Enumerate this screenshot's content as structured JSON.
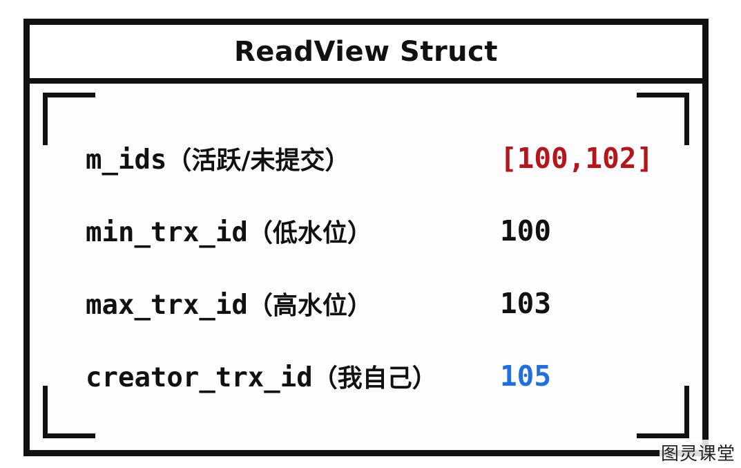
{
  "title": "ReadView Struct",
  "rows": [
    {
      "field": "m_ids",
      "note": "（活跃/未提交）",
      "value": "[100,102]",
      "value_color": "#b5161b"
    },
    {
      "field": "min_trx_id",
      "note": "（低水位）",
      "value": "100",
      "value_color": "#111111"
    },
    {
      "field": "max_trx_id",
      "note": "（高水位）",
      "value": "103",
      "value_color": "#111111"
    },
    {
      "field": "creator_trx_id",
      "note": "（我自己）",
      "value": "105",
      "value_color": "#1f6fe0"
    }
  ],
  "watermark": "图灵课堂"
}
